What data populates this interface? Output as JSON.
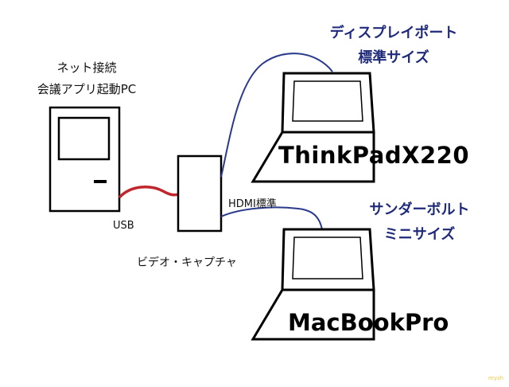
{
  "labels": {
    "pc_line1": "ネット接続",
    "pc_line2": "会議アプリ起動PC",
    "usb": "USB",
    "capture": "ビデオ・キャプチャ",
    "hdmi": "HDMI標準",
    "displayport_line1": "ディスプレイポート",
    "displayport_line2": "標準サイズ",
    "thunderbolt_line1": "サンダーボルト",
    "thunderbolt_line2": "ミニサイズ",
    "thinkpad": "ThinkPadX220",
    "macbook": "MacBookPro",
    "watermark": "mysh"
  },
  "colors": {
    "usb_cable": "#c0272d",
    "video_cable": "#2b3a8c",
    "note_text": "#1f2a7a",
    "outline": "#000000"
  }
}
